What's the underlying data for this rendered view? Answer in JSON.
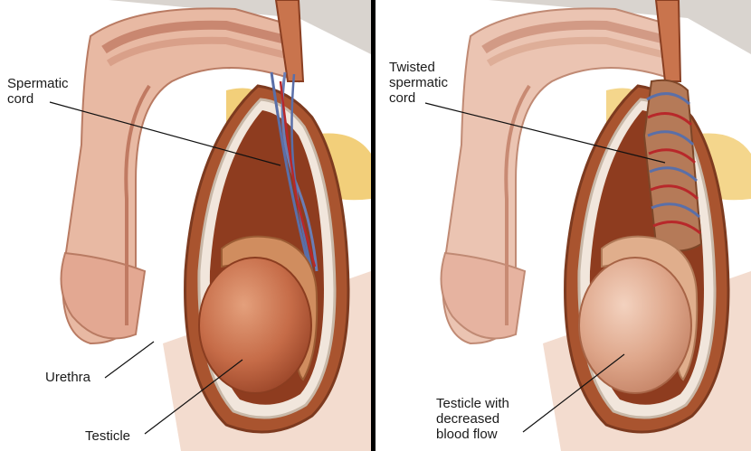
{
  "panels": [
    {
      "id": "normal",
      "labels": {
        "spermatic_cord": "Spermatic\ncord",
        "urethra": "Urethra",
        "testicle": "Testicle"
      }
    },
    {
      "id": "torsion",
      "labels": {
        "twisted_cord": "Twisted\nspermatic\ncord",
        "testicle_decreased": "Testicle with\ndecreased\nblood flow"
      }
    }
  ],
  "colors": {
    "skin": "#e8b9a3",
    "tissue_dark": "#b5653e",
    "testicle": "#c9714d",
    "fat": "#f2cf7a",
    "vein": "#5a6fa8",
    "artery": "#b8282a",
    "divider": "#000000"
  }
}
